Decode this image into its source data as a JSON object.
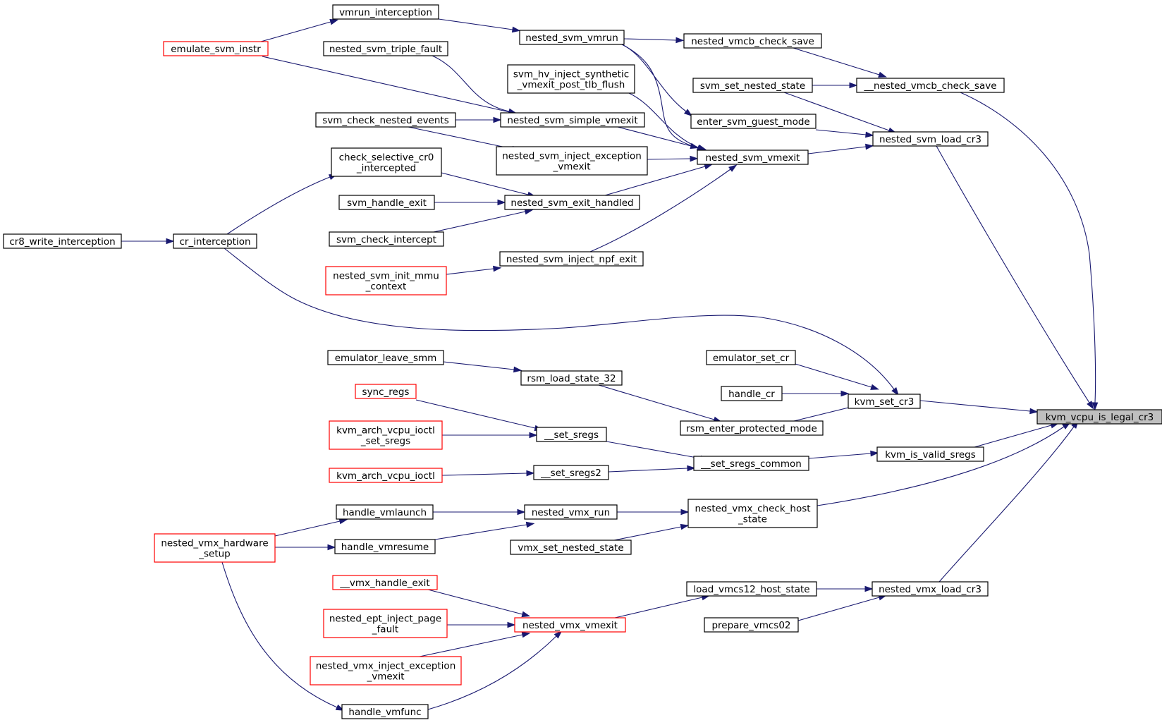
{
  "colors": {
    "edge": "#191970",
    "box_border": "#000000",
    "incomplete_border": "#ff0000",
    "focus_fill": "#bfbfbf"
  },
  "nodes": {
    "kvm_vcpu_is_legal_cr3": [
      "kvm_vcpu_is_legal_cr3"
    ],
    "kvm_set_cr3": [
      "kvm_set_cr3"
    ],
    "kvm_is_valid_sregs": [
      "kvm_is_valid_sregs"
    ],
    "nested_vmx_check_host_state": [
      "nested_vmx_check_host",
      "_state"
    ],
    "nested_vmx_load_cr3": [
      "nested_vmx_load_cr3"
    ],
    "nested_svm_load_cr3": [
      "nested_svm_load_cr3"
    ],
    "__nested_vmcb_check_save": [
      "__nested_vmcb_check_save"
    ],
    "nested_vmcb_check_save": [
      "nested_vmcb_check_save"
    ],
    "svm_set_nested_state": [
      "svm_set_nested_state"
    ],
    "enter_svm_guest_mode": [
      "enter_svm_guest_mode"
    ],
    "nested_svm_vmexit": [
      "nested_svm_vmexit"
    ],
    "nested_svm_vmrun": [
      "nested_svm_vmrun"
    ],
    "vmrun_interception": [
      "vmrun_interception"
    ],
    "emulate_svm_instr": [
      "emulate_svm_instr"
    ],
    "nested_svm_triple_fault": [
      "nested_svm_triple_fault"
    ],
    "svm_hv_inject_synthetic_vmexit_post_tlb_flush": [
      "svm_hv_inject_synthetic",
      "_vmexit_post_tlb_flush"
    ],
    "svm_check_nested_events": [
      "svm_check_nested_events"
    ],
    "nested_svm_simple_vmexit": [
      "nested_svm_simple_vmexit"
    ],
    "nested_svm_inject_exception_vmexit": [
      "nested_svm_inject_exception",
      "_vmexit"
    ],
    "check_selective_cr0_intercepted": [
      "check_selective_cr0",
      "_intercepted"
    ],
    "svm_handle_exit": [
      "svm_handle_exit"
    ],
    "nested_svm_exit_handled": [
      "nested_svm_exit_handled"
    ],
    "svm_check_intercept": [
      "svm_check_intercept"
    ],
    "nested_svm_init_mmu_context": [
      "nested_svm_init_mmu",
      "_context"
    ],
    "nested_svm_inject_npf_exit": [
      "nested_svm_inject_npf_exit"
    ],
    "cr8_write_interception": [
      "cr8_write_interception"
    ],
    "cr_interception": [
      "cr_interception"
    ],
    "emulator_leave_smm": [
      "emulator_leave_smm"
    ],
    "rsm_load_state_32": [
      "rsm_load_state_32"
    ],
    "emulator_set_cr": [
      "emulator_set_cr"
    ],
    "handle_cr": [
      "handle_cr"
    ],
    "rsm_enter_protected_mode": [
      "rsm_enter_protected_mode"
    ],
    "sync_regs": [
      "sync_regs"
    ],
    "kvm_arch_vcpu_ioctl_set_sregs": [
      "kvm_arch_vcpu_ioctl",
      "_set_sregs"
    ],
    "__set_sregs": [
      "__set_sregs"
    ],
    "kvm_arch_vcpu_ioctl": [
      "kvm_arch_vcpu_ioctl"
    ],
    "__set_sregs2": [
      "__set_sregs2"
    ],
    "__set_sregs_common": [
      "__set_sregs_common"
    ],
    "handle_vmlaunch": [
      "handle_vmlaunch"
    ],
    "nested_vmx_run": [
      "nested_vmx_run"
    ],
    "nested_vmx_hardware_setup": [
      "nested_vmx_hardware",
      "_setup"
    ],
    "handle_vmresume": [
      "handle_vmresume"
    ],
    "vmx_set_nested_state": [
      "vmx_set_nested_state"
    ],
    "__vmx_handle_exit": [
      "__vmx_handle_exit"
    ],
    "load_vmcs12_host_state": [
      "load_vmcs12_host_state"
    ],
    "nested_ept_inject_page_fault": [
      "nested_ept_inject_page",
      "_fault"
    ],
    "nested_vmx_vmexit": [
      "nested_vmx_vmexit"
    ],
    "prepare_vmcs02": [
      "prepare_vmcs02"
    ],
    "nested_vmx_inject_exception_vmexit": [
      "nested_vmx_inject_exception",
      "_vmexit"
    ],
    "handle_vmfunc": [
      "handle_vmfunc"
    ]
  },
  "incomplete_nodes": [
    "emulate_svm_instr",
    "nested_svm_init_mmu_context",
    "sync_regs",
    "kvm_arch_vcpu_ioctl_set_sregs",
    "kvm_arch_vcpu_ioctl",
    "nested_vmx_hardware_setup",
    "__vmx_handle_exit",
    "nested_ept_inject_page_fault",
    "nested_vmx_vmexit",
    "nested_vmx_inject_exception_vmexit"
  ],
  "focus_node": "kvm_vcpu_is_legal_cr3",
  "edges": [
    [
      "kvm_set_cr3",
      "kvm_vcpu_is_legal_cr3"
    ],
    [
      "kvm_is_valid_sregs",
      "kvm_vcpu_is_legal_cr3"
    ],
    [
      "nested_vmx_check_host_state",
      "kvm_vcpu_is_legal_cr3"
    ],
    [
      "nested_vmx_load_cr3",
      "kvm_vcpu_is_legal_cr3"
    ],
    [
      "nested_svm_load_cr3",
      "kvm_vcpu_is_legal_cr3"
    ],
    [
      "__nested_vmcb_check_save",
      "kvm_vcpu_is_legal_cr3"
    ],
    [
      "nested_vmcb_check_save",
      "__nested_vmcb_check_save"
    ],
    [
      "svm_set_nested_state",
      "__nested_vmcb_check_save"
    ],
    [
      "nested_svm_vmrun",
      "nested_vmcb_check_save"
    ],
    [
      "vmrun_interception",
      "nested_svm_vmrun"
    ],
    [
      "emulate_svm_instr",
      "vmrun_interception"
    ],
    [
      "svm_set_nested_state",
      "nested_svm_load_cr3"
    ],
    [
      "enter_svm_guest_mode",
      "nested_svm_load_cr3"
    ],
    [
      "nested_svm_vmexit",
      "nested_svm_load_cr3"
    ],
    [
      "nested_svm_vmrun",
      "enter_svm_guest_mode"
    ],
    [
      "nested_svm_vmrun",
      "nested_svm_vmexit"
    ],
    [
      "svm_hv_inject_synthetic_vmexit_post_tlb_flush",
      "nested_svm_vmexit"
    ],
    [
      "nested_svm_simple_vmexit",
      "nested_svm_vmexit"
    ],
    [
      "nested_svm_inject_exception_vmexit",
      "nested_svm_vmexit"
    ],
    [
      "nested_svm_exit_handled",
      "nested_svm_vmexit"
    ],
    [
      "nested_svm_inject_npf_exit",
      "nested_svm_vmexit"
    ],
    [
      "emulate_svm_instr",
      "nested_svm_simple_vmexit"
    ],
    [
      "nested_svm_triple_fault",
      "nested_svm_simple_vmexit"
    ],
    [
      "svm_check_nested_events",
      "nested_svm_simple_vmexit"
    ],
    [
      "svm_check_nested_events",
      "nested_svm_inject_exception_vmexit"
    ],
    [
      "check_selective_cr0_intercepted",
      "nested_svm_exit_handled"
    ],
    [
      "svm_handle_exit",
      "nested_svm_exit_handled"
    ],
    [
      "svm_check_intercept",
      "nested_svm_exit_handled"
    ],
    [
      "nested_svm_init_mmu_context",
      "nested_svm_inject_npf_exit"
    ],
    [
      "cr_interception",
      "check_selective_cr0_intercepted"
    ],
    [
      "cr8_write_interception",
      "cr_interception"
    ],
    [
      "cr_interception",
      "kvm_set_cr3"
    ],
    [
      "emulator_set_cr",
      "kvm_set_cr3"
    ],
    [
      "handle_cr",
      "kvm_set_cr3"
    ],
    [
      "rsm_enter_protected_mode",
      "kvm_set_cr3"
    ],
    [
      "emulator_leave_smm",
      "rsm_load_state_32"
    ],
    [
      "rsm_load_state_32",
      "rsm_enter_protected_mode"
    ],
    [
      "__set_sregs_common",
      "kvm_is_valid_sregs"
    ],
    [
      "sync_regs",
      "__set_sregs"
    ],
    [
      "kvm_arch_vcpu_ioctl_set_sregs",
      "__set_sregs"
    ],
    [
      "__set_sregs",
      "__set_sregs_common"
    ],
    [
      "kvm_arch_vcpu_ioctl",
      "__set_sregs2"
    ],
    [
      "__set_sregs2",
      "__set_sregs_common"
    ],
    [
      "nested_vmx_run",
      "nested_vmx_check_host_state"
    ],
    [
      "vmx_set_nested_state",
      "nested_vmx_check_host_state"
    ],
    [
      "handle_vmlaunch",
      "nested_vmx_run"
    ],
    [
      "handle_vmresume",
      "nested_vmx_run"
    ],
    [
      "nested_vmx_hardware_setup",
      "handle_vmlaunch"
    ],
    [
      "nested_vmx_hardware_setup",
      "handle_vmresume"
    ],
    [
      "nested_vmx_hardware_setup",
      "handle_vmfunc"
    ],
    [
      "load_vmcs12_host_state",
      "nested_vmx_load_cr3"
    ],
    [
      "prepare_vmcs02",
      "nested_vmx_load_cr3"
    ],
    [
      "nested_vmx_vmexit",
      "load_vmcs12_host_state"
    ],
    [
      "__vmx_handle_exit",
      "nested_vmx_vmexit"
    ],
    [
      "nested_ept_inject_page_fault",
      "nested_vmx_vmexit"
    ],
    [
      "nested_vmx_inject_exception_vmexit",
      "nested_vmx_vmexit"
    ],
    [
      "handle_vmfunc",
      "nested_vmx_vmexit"
    ]
  ]
}
